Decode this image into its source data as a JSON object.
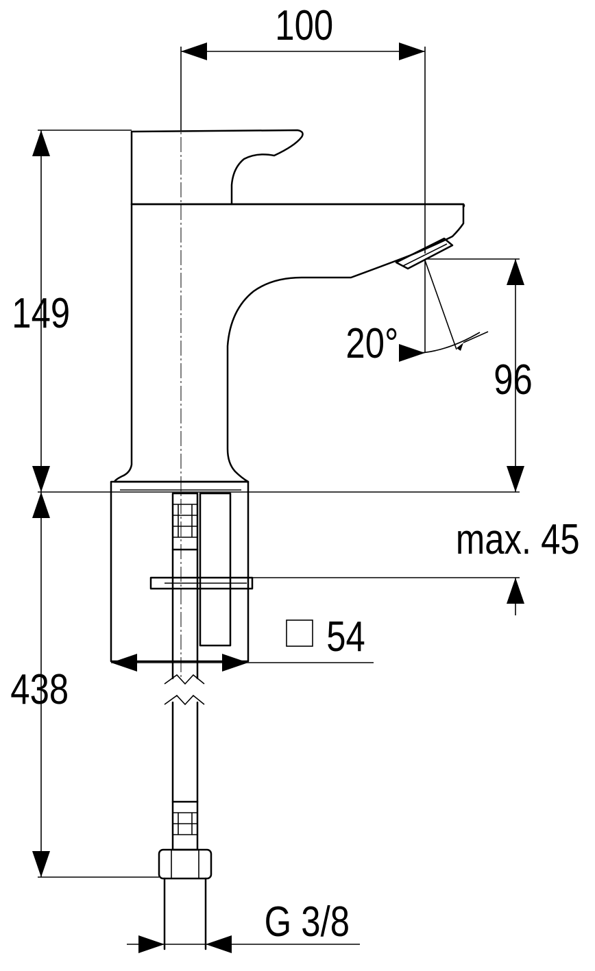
{
  "dimensions": {
    "spout_reach": "100",
    "total_height": "149",
    "spout_height": "96",
    "spout_angle": "20°",
    "max_thickness": "max. 45",
    "square_size": "54",
    "hose_length": "438",
    "thread": "G 3/8"
  },
  "colors": {
    "ink": "#000000",
    "paper": "#ffffff"
  },
  "icons": {
    "square_symbol": "square-outline"
  }
}
